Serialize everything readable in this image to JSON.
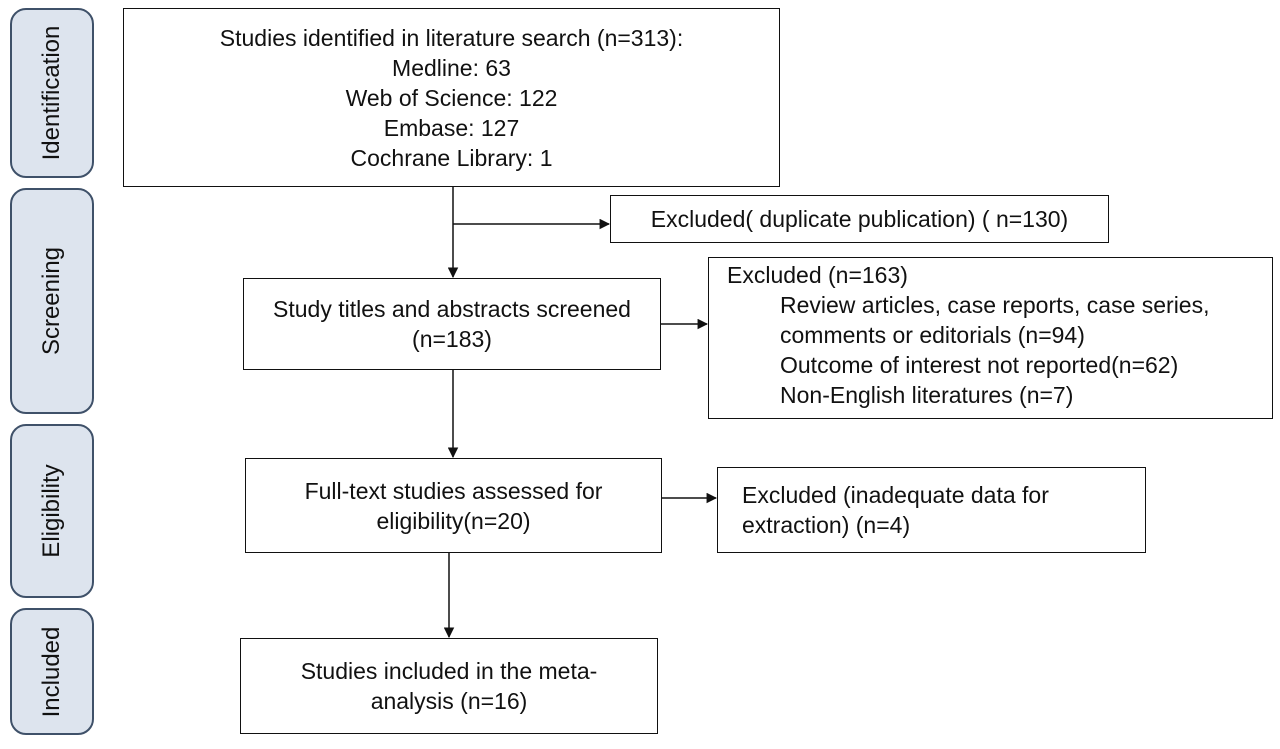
{
  "stages": {
    "identification": "Identification",
    "screening": "Screening",
    "eligibility": "Eligibility",
    "included": "Included"
  },
  "identified": {
    "title": "Studies identified in literature search (n=313):",
    "medline": "Medline: 63",
    "wos": "Web of Science: 122",
    "embase": "Embase: 127",
    "cochrane": "Cochrane Library: 1"
  },
  "excluded_duplicates": "Excluded( duplicate publication) ( n=130)",
  "screened": {
    "line1": "Study titles and abstracts screened",
    "line2": "(n=183)"
  },
  "excluded_screening": {
    "title": "Excluded (n=163)",
    "item1_line1": "Review articles, case reports, case series,",
    "item1_line2": "comments or editorials (n=94)",
    "item2": "Outcome of interest not reported(n=62)",
    "item3": "Non-English literatures (n=7)"
  },
  "fulltext": {
    "line1": "Full-text studies assessed for",
    "line2": "eligibility(n=20)"
  },
  "excluded_fulltext": {
    "line1": "Excluded (inadequate data for",
    "line2": "extraction) (n=4)"
  },
  "included_box": {
    "line1": "Studies included in the meta-",
    "line2": "analysis (n=16)"
  }
}
